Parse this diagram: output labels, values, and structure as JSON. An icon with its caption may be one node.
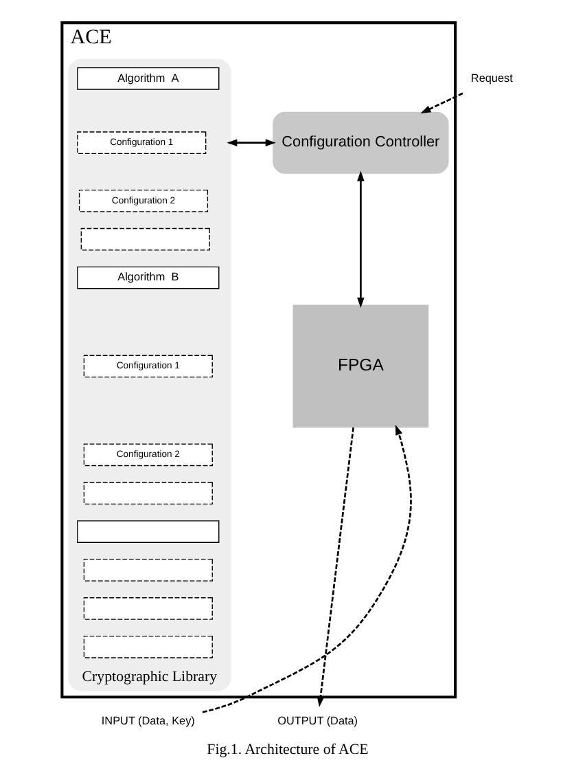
{
  "diagram": {
    "caption": "Fig.1. Architecture of ACE",
    "nodes": [
      {
        "text": [
          "ACE"
        ]
      },
      {
        "text": [
          "Cryptographic Library"
        ],
        "in": 0
      },
      {
        "text": [
          "Algorithm  A"
        ],
        "in": 1
      },
      {
        "text": [
          "Configuration 1"
        ],
        "in": 1
      },
      {
        "text": [
          "Configuration 2"
        ],
        "in": 1
      },
      {
        "text": [],
        "shape": "box",
        "in": 1
      },
      {
        "text": [
          "Algorithm  B"
        ],
        "in": 1
      },
      {
        "text": [
          "Configuration 1"
        ],
        "in": 1
      },
      {
        "text": [
          "Configuration 2"
        ],
        "in": 1
      },
      {
        "text": [],
        "shape": "box",
        "in": 1
      },
      {
        "text": [],
        "shape": "box",
        "in": 1
      },
      {
        "text": [],
        "shape": "box",
        "in": 1
      },
      {
        "text": [],
        "shape": "box",
        "in": 1
      },
      {
        "text": [],
        "shape": "box",
        "in": 1
      },
      {
        "text": [
          "Configuration Controller"
        ],
        "in": 0
      },
      {
        "text": [
          "FPGA"
        ],
        "in": 0
      },
      {
        "text": [
          "Request"
        ]
      },
      {
        "text": [
          "INPUT (Data, Key)"
        ]
      },
      {
        "text": [
          "OUTPUT (Data)"
        ]
      }
    ],
    "edges": [
      {
        "from": 16,
        "to": 14,
        "arrow": "to",
        "style": "dashed"
      },
      {
        "from": 1,
        "to": 14,
        "arrow": "both"
      },
      {
        "from": 14,
        "to": 15,
        "arrow": "both"
      },
      {
        "from": 17,
        "to": 15,
        "arrow": "to",
        "style": "dashed"
      },
      {
        "from": 15,
        "to": 18,
        "arrow": "to",
        "style": "dashed"
      }
    ]
  }
}
